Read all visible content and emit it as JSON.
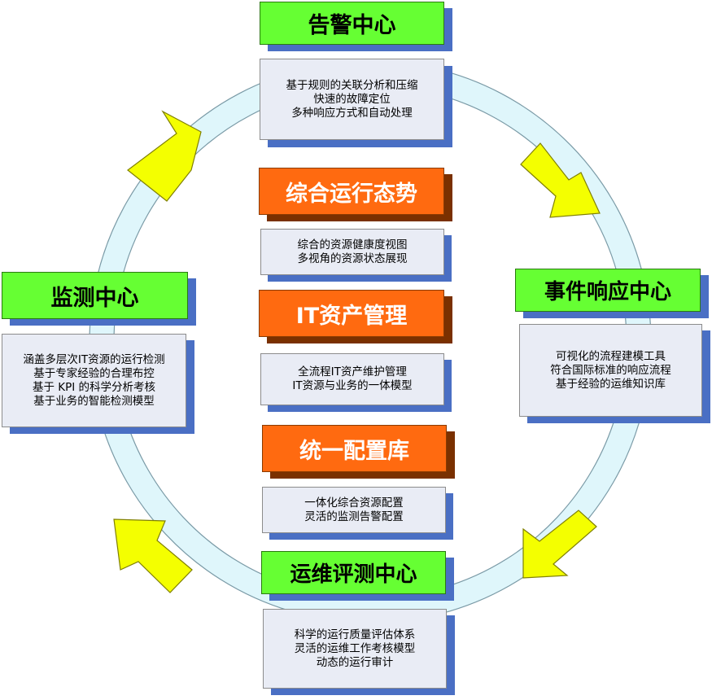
{
  "colors": {
    "ring": "#dff6fb",
    "ring_border": "#7a9aa6",
    "arrow_fill": "#f4ff00",
    "arrow_border": "#808000",
    "green_box": "#66ff33",
    "orange_box": "#ff6a10",
    "desc_box": "#e9ecf5",
    "shadow": "#4a6fc4"
  },
  "top": {
    "title": "告警中心",
    "lines": [
      "基于规则的关联分析和压缩",
      "快速的故障定位",
      "多种响应方式和自动处理"
    ]
  },
  "right": {
    "title": "事件响应中心",
    "lines": [
      "可视化的流程建模工具",
      "符合国际标准的响应流程",
      "基于经验的运维知识库"
    ]
  },
  "left": {
    "title": "监测中心",
    "lines": [
      "涵盖多层次IT资源的运行检测",
      "基于专家经验的合理布控",
      "基于 KPI 的科学分析考核",
      "基于业务的智能检测模型"
    ]
  },
  "bottom": {
    "title": "运维评测中心",
    "lines": [
      "科学的运行质量评估体系",
      "灵活的运维工作考核模型",
      "动态的运行审计"
    ]
  },
  "center": [
    {
      "title": "综合运行态势",
      "lines": [
        "综合的资源健康度视图",
        "多视角的资源状态展现"
      ]
    },
    {
      "title": "IT资产管理",
      "lines": [
        "全流程IT资产维护管理",
        "IT资源与业务的一体模型"
      ]
    },
    {
      "title": "统一配置库",
      "lines": [
        "一体化综合资源配置",
        "灵活的监测告警配置"
      ]
    }
  ]
}
